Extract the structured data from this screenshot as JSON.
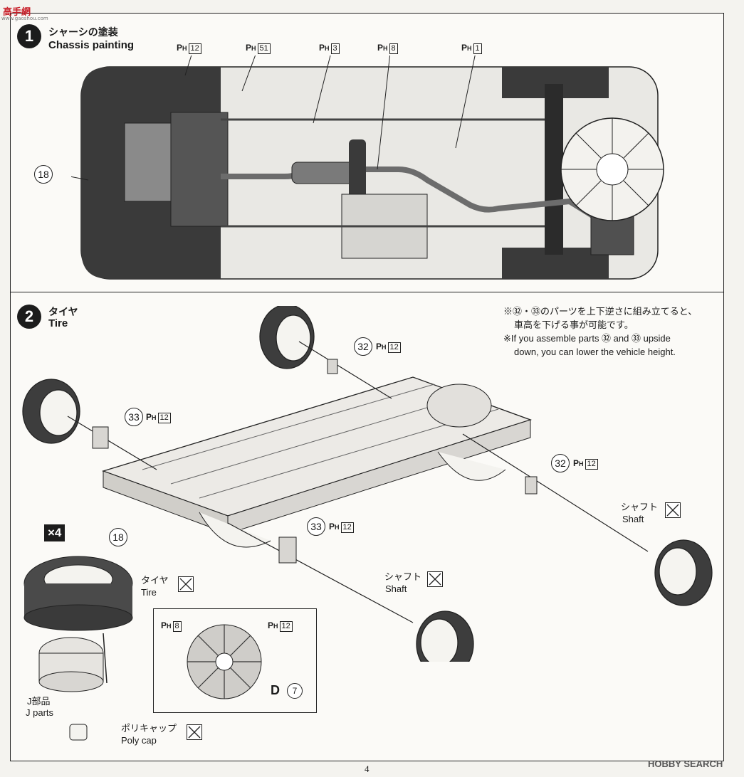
{
  "logo": {
    "text": "高手網",
    "sub": "www.gaoshou.com"
  },
  "step1": {
    "number": "1",
    "title_jp": "シャーシの塗装",
    "title_en": "Chassis painting",
    "paint_codes": [
      {
        "prefix": "P",
        "sub": "H",
        "num": "12"
      },
      {
        "prefix": "P",
        "sub": "H",
        "num": "51"
      },
      {
        "prefix": "P",
        "sub": "H",
        "num": "3"
      },
      {
        "prefix": "P",
        "sub": "H",
        "num": "8"
      },
      {
        "prefix": "P",
        "sub": "H",
        "num": "1"
      }
    ],
    "part_label": "18"
  },
  "step2": {
    "number": "2",
    "title_jp": "タイヤ",
    "title_en": "Tire",
    "note_jp_1": "※㉜・㉝のパーツを上下逆さに組み立てると、",
    "note_jp_2": "車高を下げる事が可能です。",
    "note_en_1": "※If you assemble parts ㉜ and ㉝ upside",
    "note_en_2": "down, you can lower the vehicle height.",
    "parts": [
      {
        "num": "32",
        "paint": "12"
      },
      {
        "num": "33",
        "paint": "12"
      },
      {
        "num": "32",
        "paint": "12"
      },
      {
        "num": "33",
        "paint": "12"
      }
    ],
    "chassis_label": "18",
    "multiplier": "×4",
    "tire_jp": "タイヤ",
    "tire_en": "Tire",
    "shaft_jp": "シャフト",
    "shaft_en": "Shaft",
    "jparts_jp": "J部品",
    "jparts_en": "J parts",
    "polycap_jp": "ポリキャップ",
    "polycap_en": "Poly cap",
    "wheel_paint_1": "8",
    "wheel_paint_2": "12",
    "decal_letter": "D",
    "decal_num": "7"
  },
  "footer": {
    "page": "4",
    "watermark": "HOBBY SEARCH"
  }
}
